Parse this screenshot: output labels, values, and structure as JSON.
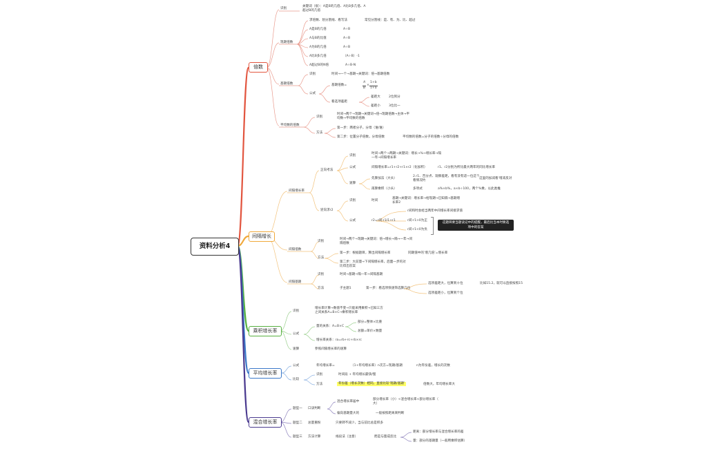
{
  "root": "资料分析4",
  "branches": [
    {
      "id": "b1",
      "label": "倍数",
      "color": "#e2553f"
    },
    {
      "id": "b2",
      "label": "间隔增长",
      "color": "#f0a93b"
    },
    {
      "id": "b3",
      "label": "乘积增长率",
      "color": "#56b03f"
    },
    {
      "id": "b4",
      "label": "平均增长率",
      "color": "#3a78c9"
    },
    {
      "id": "b5",
      "label": "混合增长率",
      "color": "#4a3a8f"
    }
  ],
  "b1": {
    "shibie": "识别",
    "shibie_t1": "关键词（很）：A是B的几倍、A比B多几倍、A",
    "shibie_t2": "超过B的几倍",
    "xianqi": "现期倍数",
    "xq1": "求倍数、划分割线、看写法",
    "xq1a": "常见分割线：是、有、为、比、超过",
    "xq2": "A是B的几倍",
    "xq2a": "A÷B",
    "xq3": "A与B的比值",
    "xq3a": "A÷B",
    "xq4": "A为B的几倍",
    "xq4a": "A÷B",
    "xq5": "A比B多几倍",
    "xq5a": "（A÷B）-1",
    "xq6": "A超过B的N倍",
    "xq6a": "A÷B-N",
    "jiqi": "基期倍数",
    "jq_sb": "识别",
    "jq_sb_t": "时间→一个→基期→关键词：倍→基期倍数",
    "jq_gs": "公式",
    "jq_base": "基期倍数=",
    "jq_frac_a": "A",
    "jq_frac_b": "B",
    "jq_frac_num": "1+b",
    "jq_frac_den": "1+a",
    "jq_bz": "看选项差距",
    "jq_bz1": "差距大",
    "jq_bz1a": "2位到分",
    "jq_bz2": "差距小",
    "jq_bz2a": "3位比一",
    "pingjun": "平均数的倍数",
    "pj_sb": "识别",
    "pj_sb_t1": "时间→两个→现期→关键词→倍→现期倍数→主体→平",
    "pj_sb_t2": "均数→平均数的倍数",
    "pj_ff": "方法",
    "pj_ff1": "第一步：两者分子，分母（谁/谁）",
    "pj_ff2": "第二步：位置分子倍数，分母倍数",
    "pj_ff2a": "平均数的倍数=分子的倍数÷分母的倍数"
  },
  "b2": {
    "jgzzl": "间隔增长率",
    "zx": "正向考法",
    "zx_sb": "识别",
    "zx_sb_t1": "时间→两个→两期→关键词：增长→%→增长率→隔",
    "zx_sb_t2": "一年→间隔增长率",
    "zx_gs": "公式",
    "zx_gs_t": "间隔增长率=r1+r2+r1×r2（化加积）",
    "zx_gs_a": "r1、r2分别为所比最大两年的同比增长率",
    "zx_ss": "速算",
    "zx_ss1": "先算加法（大头）",
    "zx_ss1a": "2.r1、百分点、观察差距，看有没有适一位这个",
    "zx_ss1b": "看情况约",
    "zx_ss1c": "这里的加减看‘增减反对",
    "zx_ss2": "再算乘积（小头）",
    "zx_ss2a": "多项式",
    "zx_ss2b": "a%×b%，a×b÷100，两个%乘，以此类推",
    "nx": "逆向求r2",
    "nx_sb": "识别",
    "nx_sb_t0": "时间",
    "nx_sb_t1": "基期→关键词：增长率→给现期→已知隔→基期增",
    "nx_sb_t2": "长率2",
    "nx_gs": "公式",
    "nx_gs_t": "r2=r间-r1/1+r1",
    "nx_note": "r间和时会给当两年中间增长率间接求值",
    "nx_c1": "r间-r1>0为正",
    "nx_c2": "r间-r1<0为负",
    "callout1": "这题目要当题读记中的提醒，最后比当本时要选",
    "callout2": "项中的答案",
    "jgbs": "间隔倍数",
    "bs_sb": "识别",
    "bs_sb_t1": "时间→两个→现期→关键词：倍→增长→隔→一年→间",
    "bs_sb_t2": "隔倍数",
    "bs_ff": "方法",
    "bs_ff1": "第一步：根据题目，算出间隔增长率",
    "bs_ff1a": "同期值中的’增几倍’=增长率",
    "bs_ff2": "第二步：大前量→下间隔增长率，后面一步的对",
    "bs_ff2b": "比得出答案",
    "jgjl": "间隔基期",
    "jl_sb": "识别",
    "jl_sb_t": "时间→基期→隔一年→间隔基期",
    "jl_ff": "方法",
    "jl_ff1": "子主题1",
    "jl_ff2": "第一步：看选项快速筛选算几位",
    "jl_ff3": "选项差距大，位算到十位",
    "jl_ff3a": "比如15.2，就可以直接按照15",
    "jl_ff4": "选项差距小，位算到个位"
  },
  "b3": {
    "sb": "识别",
    "sb_t1": "增长率计算→数值不变→只能采用乘积→已知三方",
    "sb_t2": "之间关系A=B×C→乘积增长率",
    "gs": "公式",
    "gs1": "量的关系：A=B×C",
    "gs1a": "部分=整体×比重",
    "gs1b": "总额=单价×数量",
    "gs2": "增长率关系：ra=rb+rc+rb×rc",
    "ss": "速算",
    "ss_t": "参照间隔增长率的速算"
  },
  "b4": {
    "gs": "公式",
    "gs_t": "年均增长率=",
    "gs_t2": "（1+年均增长率）n次方=现期/基期",
    "gs_t3": "n为年份差，增长的次数",
    "bj": "比较",
    "bj_sb": "识别",
    "bj_sb_t": "时间段 + 年均增长最快/慢",
    "bj_ff": "方法",
    "bj_ff_t": "年份差（增长次数）相同，直接比较‘现期/基期’",
    "bj_ff_a": "倍数大，年均增长率大"
  },
  "b5": {
    "q1": "题型一",
    "q1a": "口诀判断",
    "q1a1": "混合增长率居中",
    "q1a1a": "部分增长率（小）<混合增长率<部分增长率（",
    "q1a1b": "大）",
    "q1a2": "偏向基期量大的",
    "q1a2a": "一般按照距离来判断",
    "q2": "题型二",
    "q2a": "总量重粉",
    "q2b": "只要转不减少，当与前比总是积多",
    "q3": "题型三",
    "q3a": "方法计算",
    "q3b": "线段法（注意）",
    "q3c": "而是与量成反比",
    "q3c1": "距离：部分增长率与混合增长率的差",
    "q3c2": "量：部分的基期量（一般用乘积估算）"
  }
}
